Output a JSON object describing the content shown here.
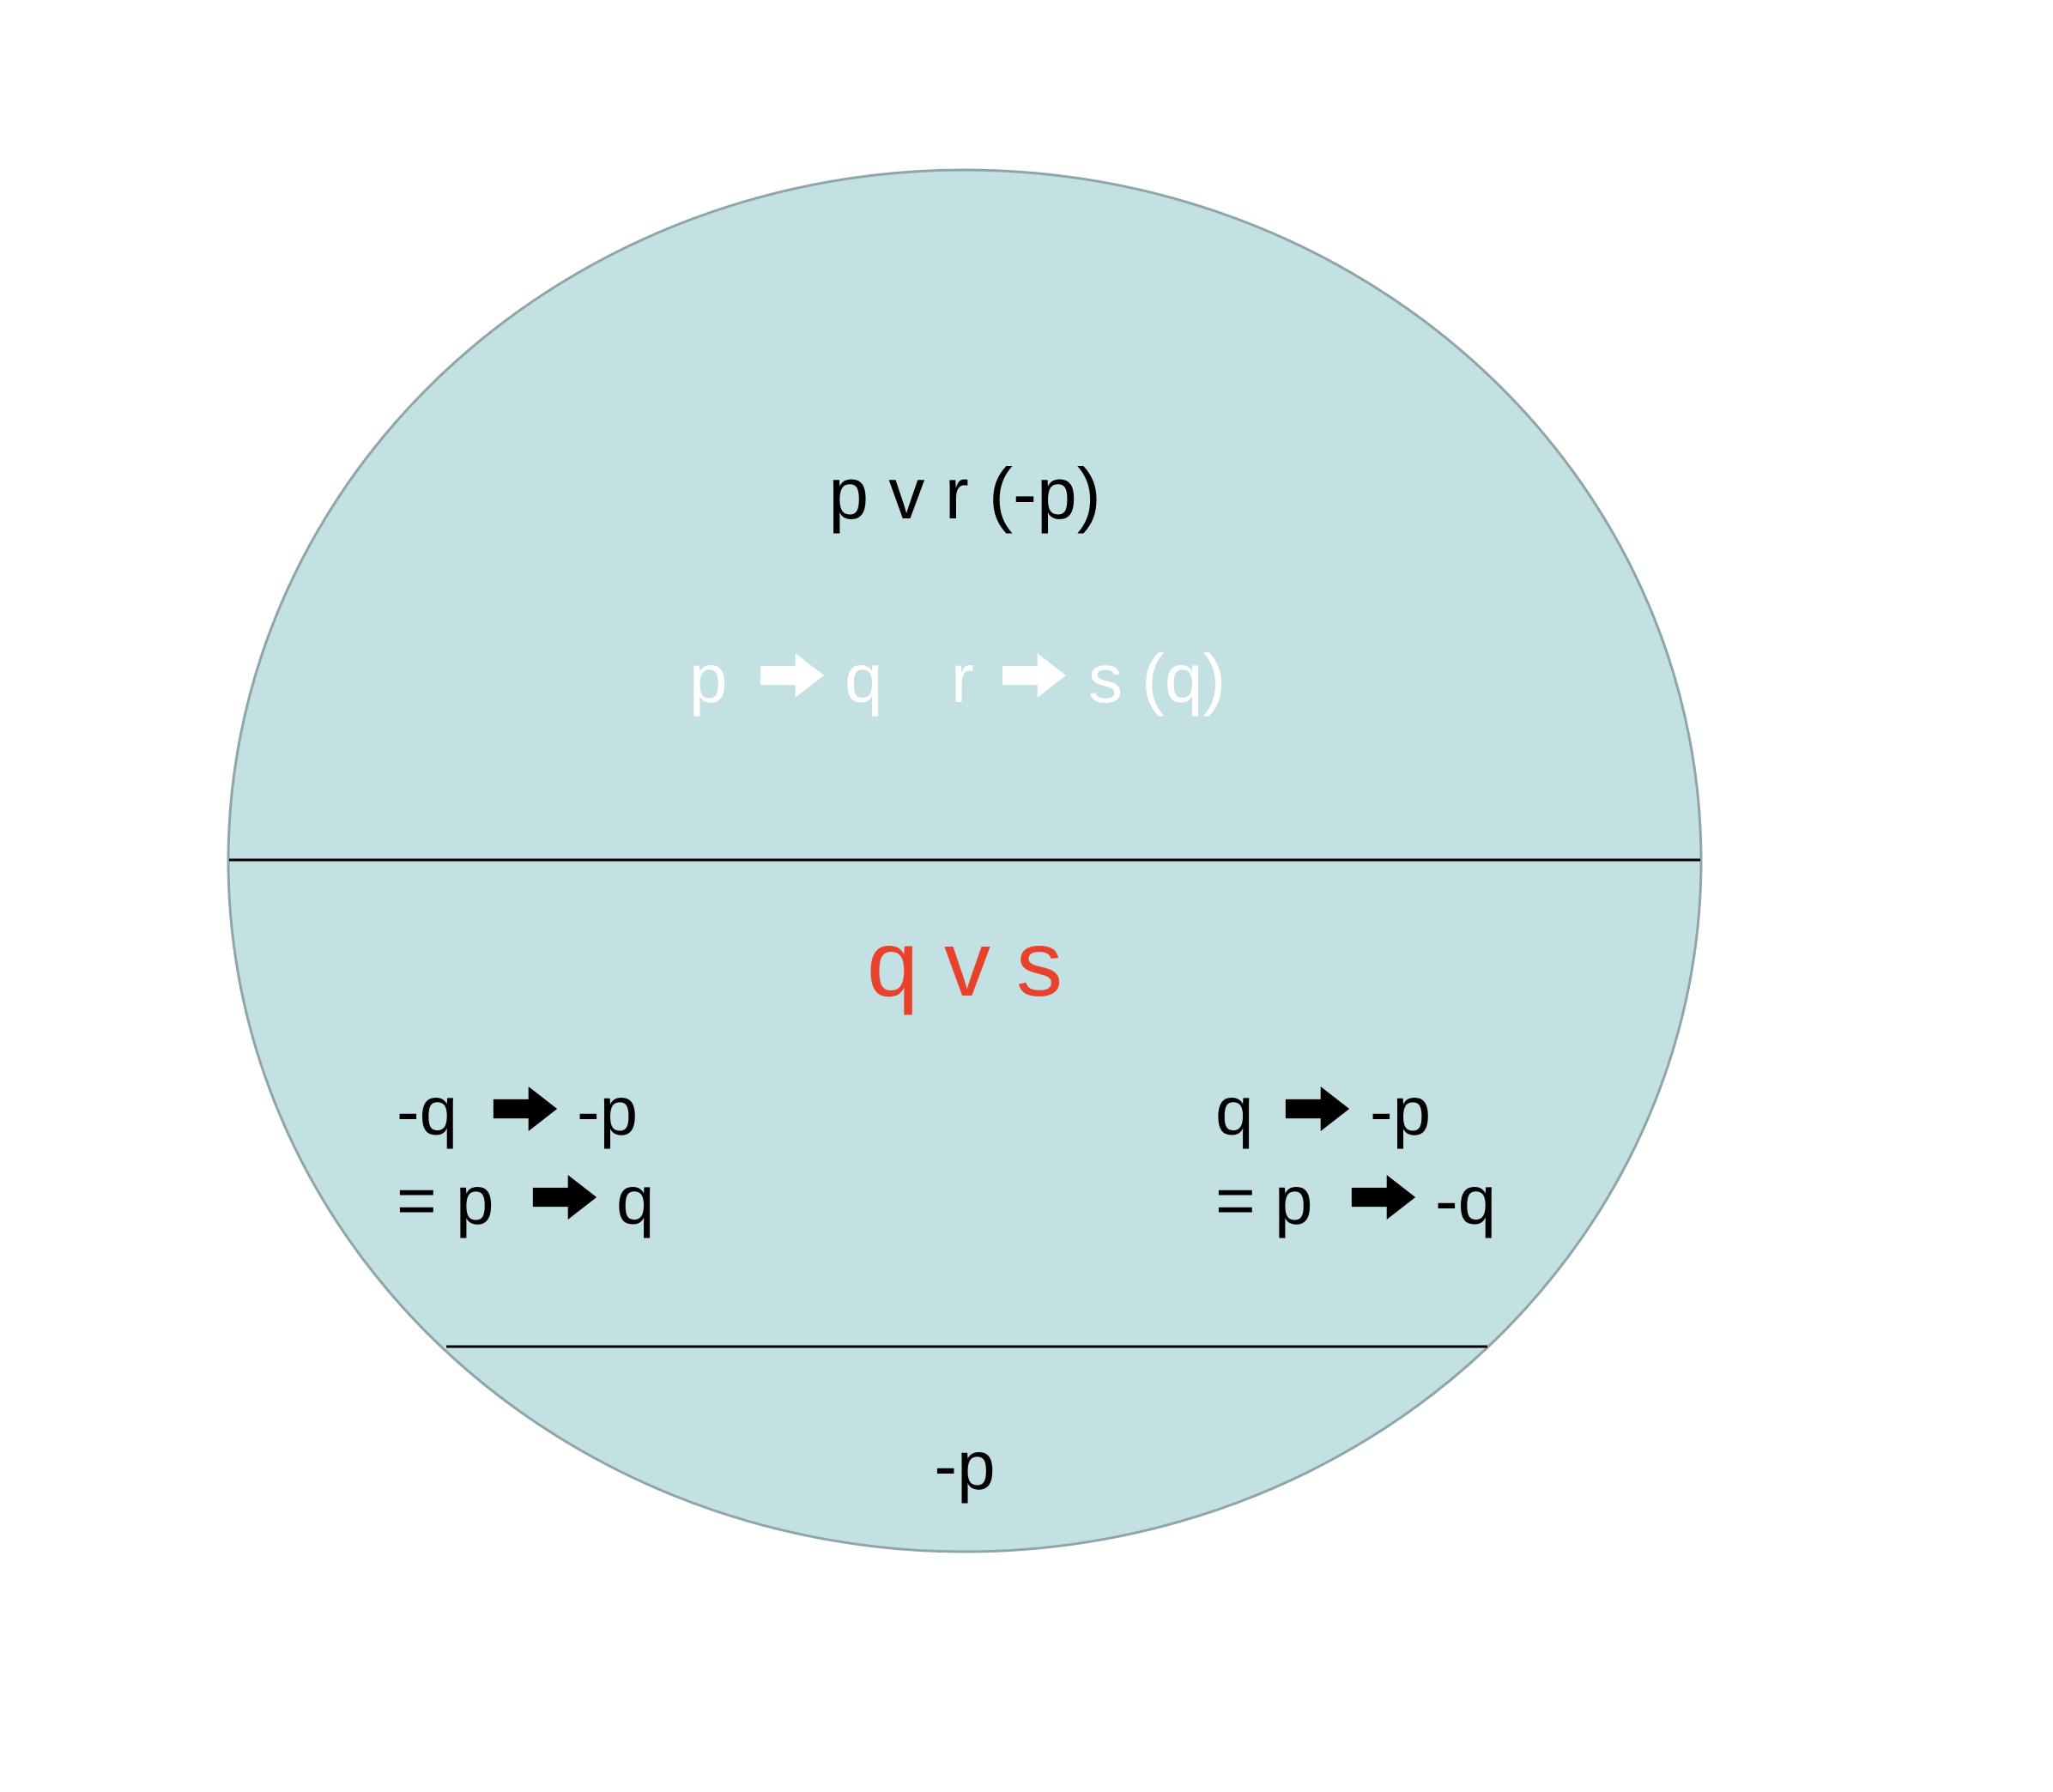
{
  "colors": {
    "background": "#ffffff",
    "circle_fill": "#c3e0e3",
    "circle_stroke": "#8fa5a9",
    "divider": "#000000",
    "text_primary": "#000000",
    "text_light": "#ffffff",
    "text_highlight": "#e8412c"
  },
  "icons": {
    "implication_arrow": "heavy-right-arrow-icon"
  },
  "top": {
    "premise_1": "p v r (-p)",
    "premise_2_left_antecedent": "p",
    "premise_2_left_consequent": "q",
    "premise_2_right_antecedent": "r",
    "premise_2_right_consequent": "s (q)"
  },
  "middle": {
    "main_formula": "q v s"
  },
  "left": {
    "line_1_antecedent": "-q",
    "line_1_consequent": "-p",
    "line_2_prefix": "= p",
    "line_2_consequent": "q"
  },
  "right": {
    "line_1_antecedent": "q",
    "line_1_consequent": "-p",
    "line_2_prefix": "= p",
    "line_2_consequent": "-q"
  },
  "bottom": {
    "conclusion": "-p"
  }
}
